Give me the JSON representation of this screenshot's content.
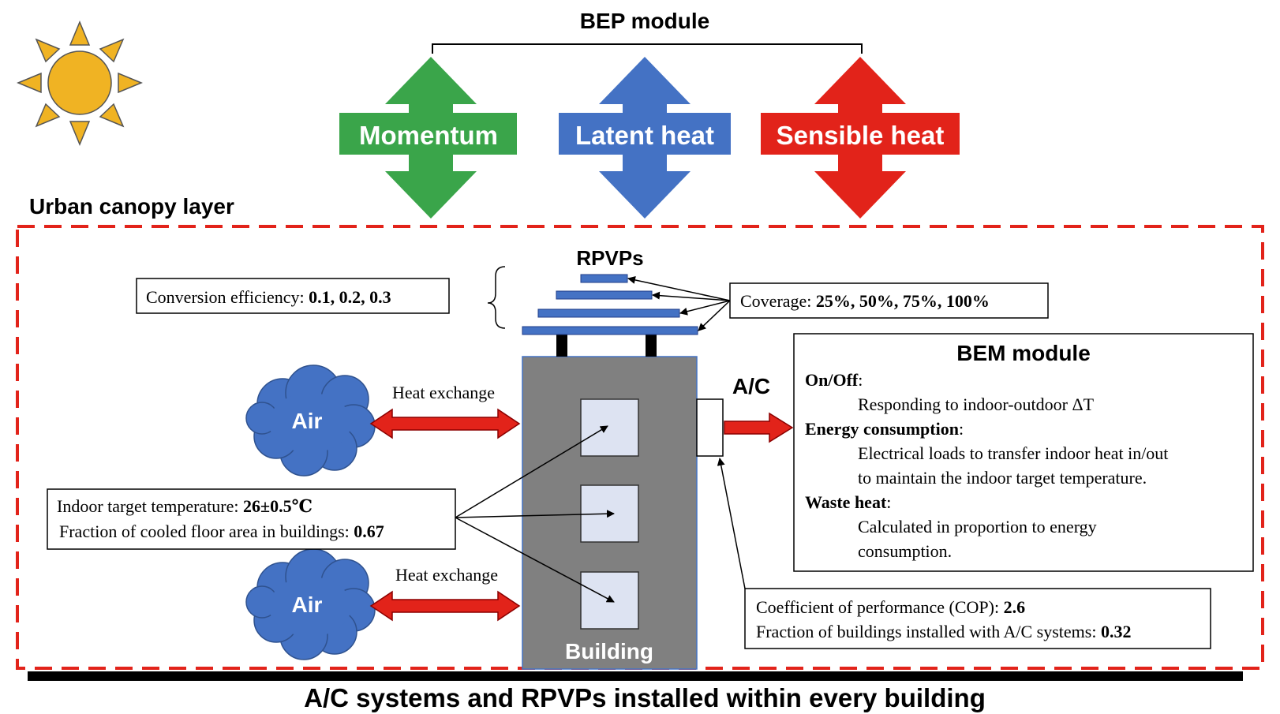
{
  "bep": {
    "title": "BEP module",
    "momentum": "Momentum",
    "latent": "Latent heat",
    "sensible": "Sensible heat"
  },
  "canopy": {
    "label": "Urban canopy layer"
  },
  "rpvps": {
    "label": "RPVPs",
    "conversion_label": "Conversion efficiency: ",
    "conversion_values": "0.1, 0.2, 0.3",
    "coverage_label": "Coverage: ",
    "coverage_values": "25%, 50%, 75%, 100%"
  },
  "building": {
    "label": "Building"
  },
  "air": {
    "top_label": "Air",
    "bottom_label": "Air",
    "exchange_top": "Heat exchange",
    "exchange_bottom": "Heat exchange"
  },
  "indoor": {
    "target_label": "Indoor target temperature: ",
    "target_value": "26±0.5℃",
    "fraction_label": "Fraction of cooled floor area in buildings: ",
    "fraction_value": "0.67"
  },
  "ac": {
    "label": "A/C"
  },
  "bem": {
    "title": "BEM module",
    "onoff_head": "On/Off",
    "onoff_text": "Responding to indoor-outdoor ΔT",
    "energy_head": "Energy consumption",
    "energy_text_1": "Electrical loads to transfer indoor heat in/out",
    "energy_text_2": "to maintain the indoor target temperature.",
    "waste_head": "Waste heat",
    "waste_text_1": "Calculated in proportion to energy",
    "waste_text_2": "consumption."
  },
  "cop": {
    "cop_label": "Coefficient of performance (COP): ",
    "cop_value": "2.6",
    "fraction_label": "Fraction of buildings installed with A/C systems: ",
    "fraction_value": "0.32"
  },
  "footer": {
    "caption": "A/C systems and RPVPs installed within every building"
  },
  "colors": {
    "green": "#3aa54a",
    "blue": "#4472c4",
    "red": "#e2231a",
    "sun": "#f0b323",
    "building": "#808080",
    "window": "#dde3f2",
    "panel": "#4472c4"
  }
}
